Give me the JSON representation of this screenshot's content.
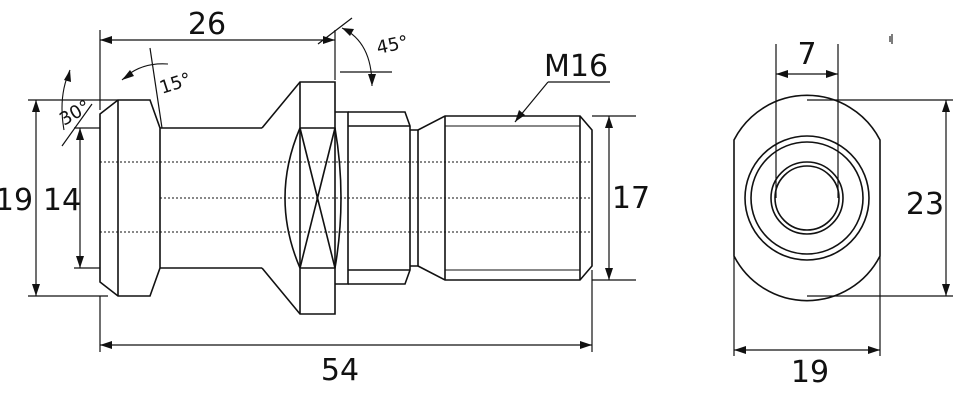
{
  "side_view": {
    "dimensions": {
      "top_length": "26",
      "overall_length": "54",
      "head_diameter": "19",
      "shank_diameter": "14",
      "thread_relief_diameter": "17",
      "thread": "M16"
    },
    "angles": {
      "head_chamfer": "30°",
      "head_taper": "15°",
      "flange_taper": "45°"
    }
  },
  "end_view": {
    "dimensions": {
      "bore": "7",
      "height": "23",
      "width": "19"
    }
  }
}
